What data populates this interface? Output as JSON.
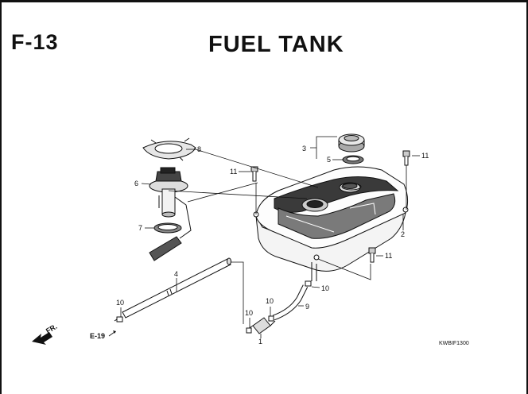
{
  "header": {
    "section_code": "F-13",
    "title": "FUEL TANK"
  },
  "callouts": {
    "p1": "1",
    "p2": "2",
    "p3": "3",
    "p4": "4",
    "p5": "5",
    "p6": "6",
    "p7": "7",
    "p8": "8",
    "p9": "9",
    "p10a": "10",
    "p10b": "10",
    "p10c": "10",
    "p10d": "10",
    "p11a": "11",
    "p11b": "11",
    "p11c": "11"
  },
  "front_marker": {
    "label": "FR.",
    "icon": "front-arrow-icon"
  },
  "cross_reference": "E-19",
  "drawing_code": "KWBIF1300"
}
